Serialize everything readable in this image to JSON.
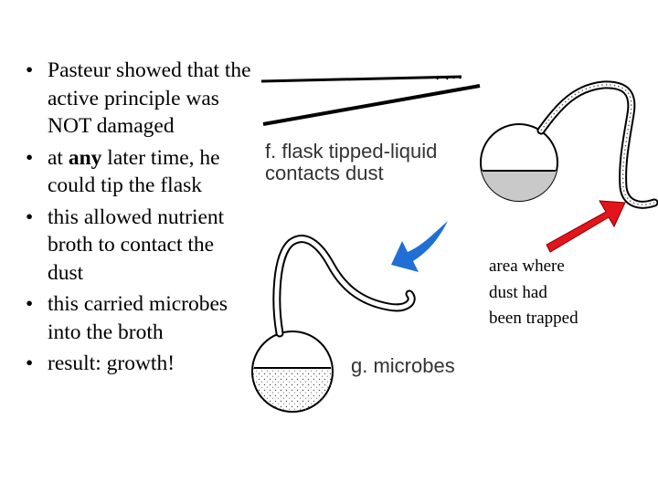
{
  "bullets": [
    {
      "text": "Pasteur showed that the active principle was NOT damaged"
    },
    {
      "before": "at ",
      "bold": "any",
      "after": " later time, he could tip the flask"
    },
    {
      "text": "this allowed nutrient broth to contact the dust"
    },
    {
      "text": "this carried microbes into the broth"
    },
    {
      "text": "result:  growth!"
    }
  ],
  "figure": {
    "label_f_line1": "f. flask tipped-liquid",
    "label_f_line2": "contacts dust",
    "label_g": "g. microbes",
    "annotation_line1": "area where",
    "annotation_line2": "dust had",
    "annotation_line3": "been trapped"
  },
  "colors": {
    "arrow_blue": "#1f6fd6",
    "arrow_red": "#e3141c",
    "broth_fill": "#c9c9c9"
  }
}
